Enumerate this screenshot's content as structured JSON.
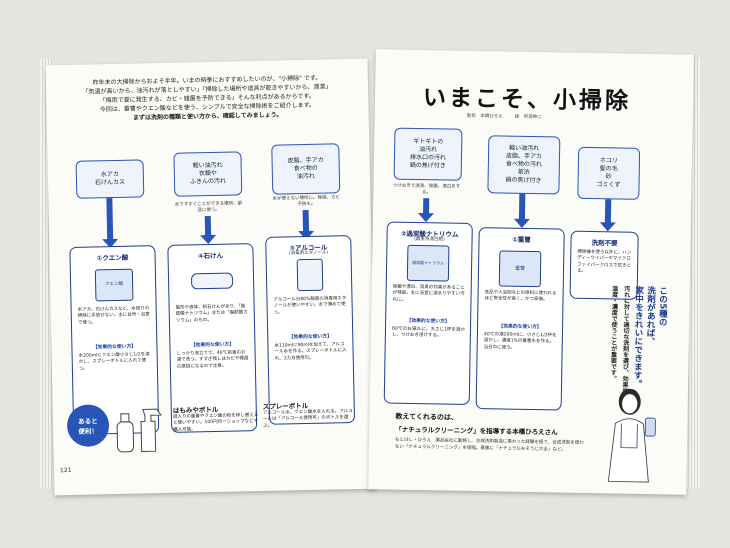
{
  "left": {
    "intro": [
      "昨年末の大掃除からおよそ半年。いまの時季におすすめしたいのが、\"小掃除\" です。",
      "「気温が高いから、油汚れが落としやすい」「掃除した場所や道具が乾きやすいから、清潔」",
      "「梅雨で夏に発生する、カビ・雑菌を予防できる」そんな利点があるからです。",
      "今回は、重曹やクエン酸などを使う、シンプルで安全な掃除術をご紹介します。",
      "まずは洗剤の種類と使い方から、確認してみましょう。"
    ],
    "top_boxes": [
      [
        "水アカ",
        "石けんカス"
      ],
      [
        "軽い油汚れ",
        "衣類や",
        "ふきんの汚れ"
      ],
      [
        "皮脂、手アカ",
        "食べ物の",
        "油汚れ"
      ]
    ],
    "top_notes": [
      "",
      "水ですすぐことができる場所、部品に使う。",
      "水が使えない場所に。除菌、カビ予防も。"
    ],
    "cards": [
      {
        "title": "①クエン酸",
        "subtitle": "",
        "pic": "クエン酸",
        "text": "水アカ、石けんカスなど、水回りの掃除に手放せない。主に台所・浴室で使う。",
        "how_label": "【効果的な使い方】",
        "how": "水200mlにクエン酸小さじ1/2を溶かし、スプレーボトルに入れて使う。"
      },
      {
        "title": "④石けん",
        "subtitle": "",
        "pic": "",
        "text": "固形や液体、粉石けんがあり、「脂肪酸ナトリウム」または「脂肪酸カリウム」のもの。",
        "how_label": "【効果的な使い方】",
        "how": "しっかり泡立てて、40℃前後のお湯で洗う。すすぎ残しはカビや雑菌の原因になるので注意。"
      },
      {
        "title": "③アルコール",
        "subtitle": "(消毒用エタノール)",
        "pic": "",
        "text": "アルコール分80%程度の消毒用エタノールが使いやすい。水で薄めて使う。",
        "how_label": "【効果的な使い方】",
        "how": "水110mlに90mlを加えて、アルコール水を作る。スプレーボトルに入れ、3カ月使用可。"
      }
    ],
    "extras": {
      "badge_line1": "あると",
      "badge_line2": "便利！",
      "col1_title": "はもみやボトル",
      "col1_text": "詰入りの重曹やクエン酸の粉を移し替えると使いやすい。100円均一ショップなどで購入可能。",
      "col2_title": "スプレーボトル",
      "col2_text": "アルコール水、クエン酸水を入れる。アルコールは「アルコール使用可」のボトルを選ぶ。"
    },
    "page_number": "121"
  },
  "right": {
    "title": "いまこそ、小掃除",
    "credits": [
      "監修　本橋ひろえ",
      "絵　阿部伸二"
    ],
    "top_boxes": [
      [
        "ギトギトの",
        "油汚れ",
        "排水口の汚れ",
        "鍋の焦げ付き"
      ],
      [
        "軽い油汚れ",
        "皮脂、手アカ",
        "食べ物の汚れ",
        "茶渋",
        "鍋の焦げ付き"
      ],
      [
        "ホコリ",
        "髪の毛",
        "砂",
        "ゴミくず"
      ]
    ],
    "top_notes": [
      "つけおきで洗浄、除菌、漂白をする。",
      "",
      ""
    ],
    "cards": [
      {
        "title": "②過炭酸ナトリウム",
        "subtitle": "(酸素系漂白剤)",
        "pic": "過炭酸ナトリウム",
        "text": "除菌や漂白、消臭の効果があることが特長。主に浴室に溜まりやすい汚れに。",
        "how_label": "【効果的な使い方】",
        "how": "60℃のお湯2Lに、大さじ1杯を溶かし、つけおき浸けする。"
      },
      {
        "title": "①重曹",
        "subtitle": "",
        "pic": "重曹",
        "text": "食品や入浴剤などの原料に使われるほど安全性が高く、かつ安価。",
        "how_label": "【効果的な使い方】",
        "how": "40℃の湯200mlに、小さじ1/2杯を溶かし、濃度1%の重曹水を作る。当日中に使う。"
      },
      {
        "title": "洗剤不要",
        "subtitle": "",
        "pic": "",
        "text": "掃除機を使う以外に、ハンディーワイパーやマイクロファイバークロスで拭きとる。",
        "how_label": "",
        "how": ""
      }
    ],
    "teacher_heading": "教えてくれるのは、",
    "teacher_name": "「ナチュラルクリーニング」を指導する本橋ひろえさん",
    "teacher_text": "もとはし・ひろえ　薬品会社に勤務し、合成洗剤製造に携わった経験を経て、合成洗剤を使わない「ナチュラルクリーニング」を提唱。著書に「ナチュラルおそうじ大全」など。",
    "vertical_lines": [
      "この5種の",
      "洗剤があれば、",
      "家中をきれいにできます。",
      "汚れに対して適切な洗剤を選び、効果的な",
      "温度・濃度で使うことが重要です。"
    ]
  }
}
